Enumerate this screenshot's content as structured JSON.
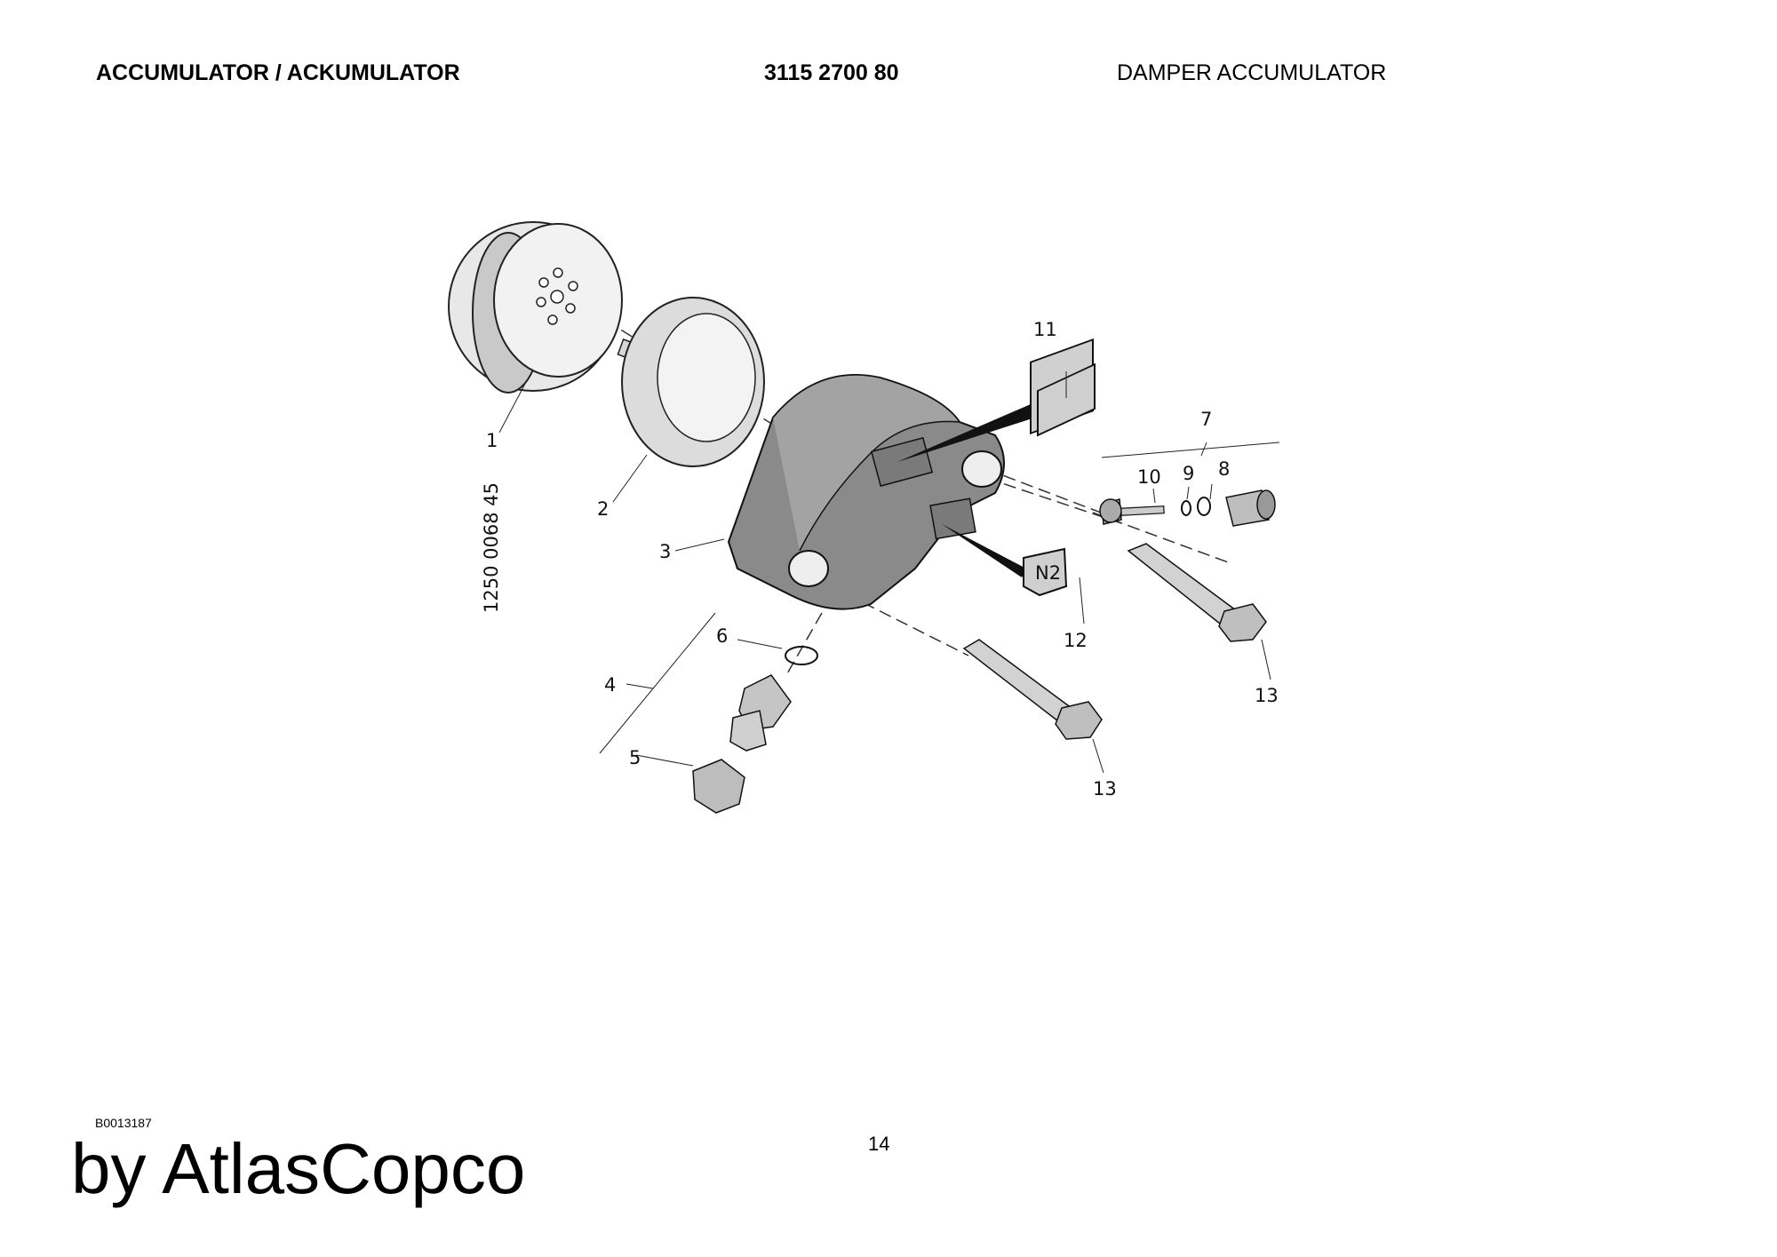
{
  "header": {
    "title_left": "ACCUMULATOR / ACKUMULATOR",
    "part_number": "3115 2700 80",
    "title_right": "DAMPER ACCUMULATOR"
  },
  "diagram": {
    "drawing_code": "1250 0068 45",
    "callouts": [
      "1",
      "2",
      "3",
      "4",
      "5",
      "6",
      "7",
      "8",
      "9",
      "10",
      "11",
      "12",
      "13",
      "13"
    ],
    "label_glyph_n2": "N2"
  },
  "footer": {
    "doc_code": "B0013187",
    "page_number": "14",
    "brand": "by AtlasCopco"
  }
}
